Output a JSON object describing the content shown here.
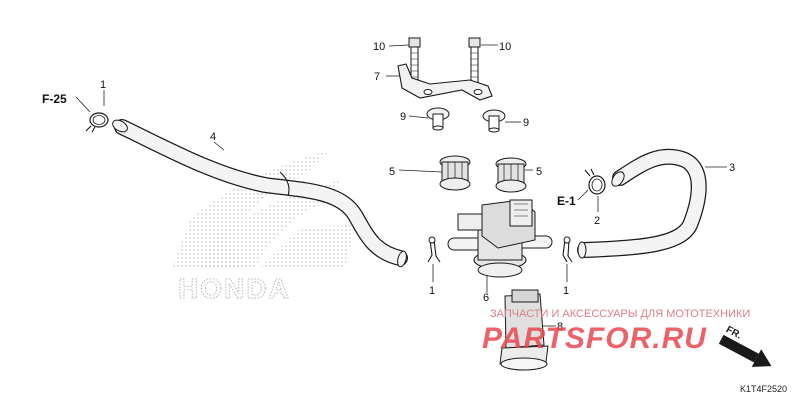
{
  "diagram": {
    "part_numbers": {
      "p1_left": "1",
      "p1_center": "1",
      "p1_right": "1",
      "p2": "2",
      "p3": "3",
      "p4": "4",
      "p5_left": "5",
      "p5_right": "5",
      "p6": "6",
      "p7": "7",
      "p8": "8",
      "p9_left": "9",
      "p9_right": "9",
      "p10_left": "10",
      "p10_right": "10"
    },
    "references": {
      "f25": "F-25",
      "e1": "E-1"
    },
    "direction_label": "FR.",
    "diagram_code": "K1T4F2520",
    "watermark": {
      "logo_text": "HONDA",
      "site_text": "PARTSFOR.RU",
      "caption": "ЗАПЧАСТИ И АКСЕССУАРЫ ДЛЯ МОТОТЕХНИКИ"
    },
    "colors": {
      "line": "#1a1a1a",
      "tube_fill": "#f4f4f4",
      "body_fill": "#e6e6e6",
      "watermark_red": "#e8484f",
      "honda_dots": "#c8c8c8"
    }
  }
}
